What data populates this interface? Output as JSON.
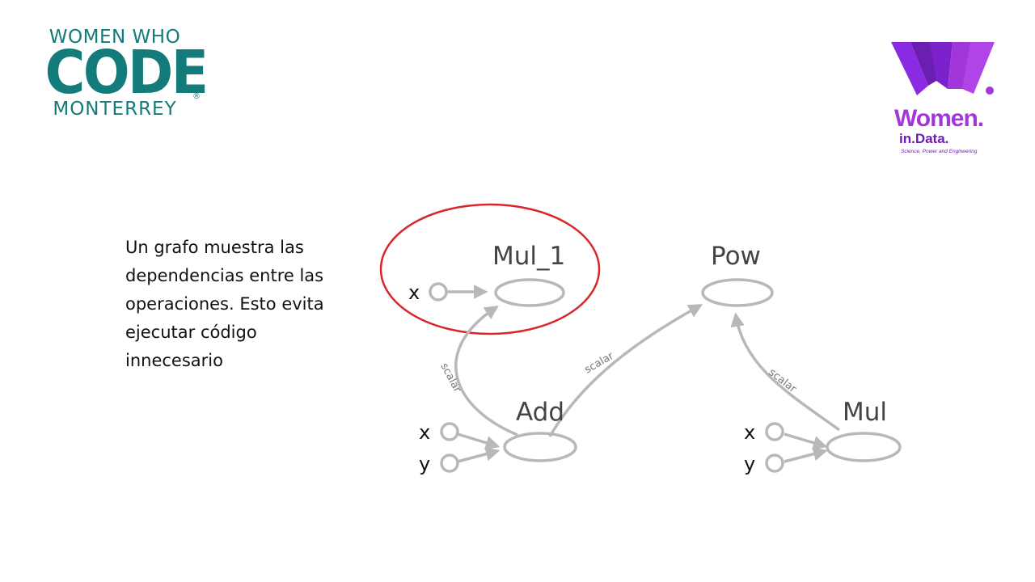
{
  "logos": {
    "wwc": {
      "line1": "WOMEN WHO",
      "line2": "CODE",
      "line3": "MONTERREY",
      "reg": "®"
    },
    "wid": {
      "word": "Women",
      "dot": ".",
      "sub": "in.Data.",
      "tagline": "Science, Power and Engineering"
    }
  },
  "text": {
    "lines": [
      "Un grafo muestra las",
      "dependencias  entre las",
      "operaciones.  Esto evita",
      "ejecutar código",
      "innecesario"
    ]
  },
  "graph": {
    "nodes": {
      "mul1": "Mul_1",
      "pow": "Pow",
      "add": "Add",
      "mul": "Mul"
    },
    "inputs": {
      "mul1_x": "x",
      "add_x": "x",
      "add_y": "y",
      "mul_x": "x",
      "mul_y": "y"
    },
    "edges": {
      "add_to_mul1": "scalar",
      "add_to_pow": "scalar",
      "mul_to_pow": "scalar"
    }
  },
  "colors": {
    "highlight": "#d9262a",
    "graph": "#b8b8b8",
    "wwc": "#147b7b",
    "wid": "#a237d9"
  }
}
